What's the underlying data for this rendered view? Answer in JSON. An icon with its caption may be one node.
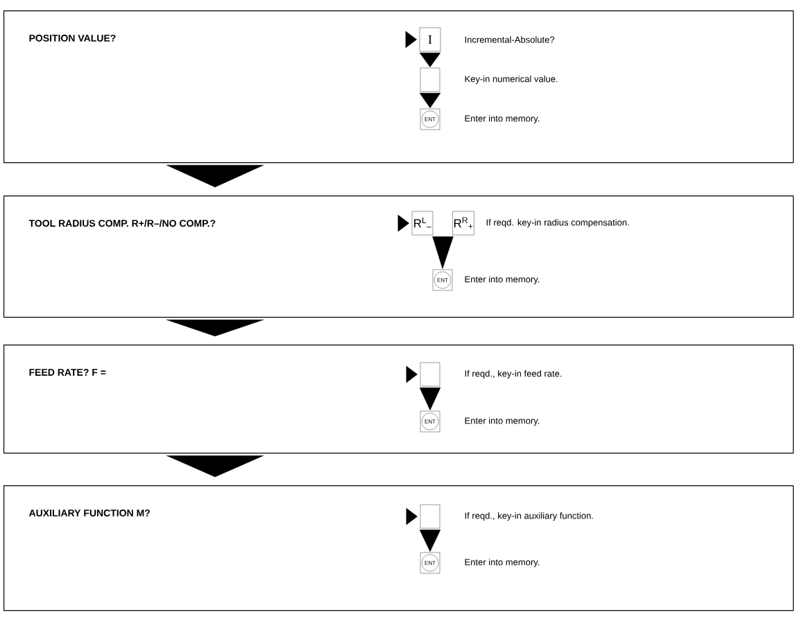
{
  "diagram": {
    "nodes": [
      {
        "text": [
          "POSITION VALUE?"
        ]
      },
      {
        "text": [
          "I"
        ],
        "in": 0,
        "beside": [
          "Incremental-Absolute?"
        ]
      },
      {
        "text": [],
        "shape": "box",
        "in": 0,
        "beside": [
          "Key-in numerical value."
        ]
      },
      {
        "text": [
          "ENT"
        ],
        "in": 0,
        "beside": [
          "Enter into memory."
        ]
      },
      {
        "text": [
          "TOOL RADIUS COMP. R+/R–/NO COMP.?"
        ]
      },
      {
        "text": [
          "R$^{L}$$_{–}$"
        ],
        "in": 4
      },
      {
        "text": [
          "R$^{R}$$_{+}$"
        ],
        "in": 4,
        "beside": [
          "If reqd. key-in radius compensation."
        ]
      },
      {
        "text": [
          "ENT"
        ],
        "in": 4,
        "beside": [
          "Enter into memory."
        ]
      },
      {
        "text": [
          "FEED RATE? F ="
        ]
      },
      {
        "text": [],
        "shape": "box",
        "in": 8,
        "beside": [
          "If reqd., key-in feed rate."
        ]
      },
      {
        "text": [
          "ENT"
        ],
        "in": 8,
        "beside": [
          "Enter into memory."
        ]
      },
      {
        "text": [
          "AUXILIARY FUNCTION M?"
        ]
      },
      {
        "text": [],
        "shape": "box",
        "in": 11,
        "beside": [
          "If reqd., key-in auxiliary function."
        ]
      },
      {
        "text": [
          "ENT"
        ],
        "in": 11,
        "beside": [
          "Enter into memory."
        ]
      }
    ],
    "edges": [
      {
        "from": 0,
        "to": 4,
        "arrow": "to"
      },
      {
        "from": 4,
        "to": 8,
        "arrow": "to"
      },
      {
        "from": 8,
        "to": 11,
        "arrow": "to"
      },
      {
        "from": null,
        "to": 1,
        "arrow": "to"
      },
      {
        "from": 1,
        "to": 2,
        "arrow": "to"
      },
      {
        "from": 2,
        "to": 3,
        "arrow": "to"
      },
      {
        "from": null,
        "to": 5,
        "arrow": "to"
      },
      {
        "from": 5,
        "to": 7,
        "arrow": "to"
      },
      {
        "from": 6,
        "to": 7,
        "arrow": "to"
      },
      {
        "from": null,
        "to": 9,
        "arrow": "to"
      },
      {
        "from": 9,
        "to": 10,
        "arrow": "to"
      },
      {
        "from": null,
        "to": 12,
        "arrow": "to"
      },
      {
        "from": 12,
        "to": 13,
        "arrow": "to"
      }
    ]
  }
}
